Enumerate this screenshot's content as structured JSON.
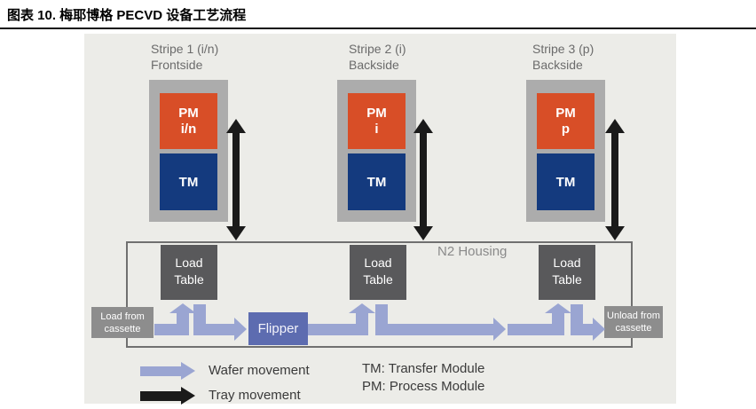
{
  "figure": {
    "title": "图表 10. 梅耶博格 PECVD 设备工艺流程"
  },
  "diagram": {
    "stripes": [
      {
        "title": "Stripe 1 (i/n)",
        "side": "Frontside",
        "pm": "PM",
        "pm_sub": "i/n",
        "tm": "TM"
      },
      {
        "title": "Stripe 2 (i)",
        "side": "Backside",
        "pm": "PM",
        "pm_sub": "i",
        "tm": "TM"
      },
      {
        "title": "Stripe 3 (p)",
        "side": "Backside",
        "pm": "PM",
        "pm_sub": "p",
        "tm": "TM"
      }
    ],
    "housing_label": "N2 Housing",
    "load_table": {
      "line1": "Load",
      "line2": "Table"
    },
    "load_cassette": {
      "line1": "Load from",
      "line2": "cassette"
    },
    "unload_cassette": {
      "line1": "Unload from",
      "line2": "cassette"
    },
    "flipper": "Flipper"
  },
  "legend": {
    "wafer": "Wafer movement",
    "tray": "Tray movement",
    "tm_definition": "TM: Transfer Module",
    "pm_definition": "PM: Process Module"
  },
  "colors": {
    "pm_orange": "#D84E27",
    "tm_blue": "#143A7E",
    "module_frame_gray": "#ACACAC",
    "load_table_gray": "#59595B",
    "cassette_gray": "#8D8D8D",
    "flipper_blue": "#5D6CB0",
    "wafer_arrow": "#9AA5D2",
    "tray_arrow": "#1A1A1A",
    "panel_bg": "#ECECE8",
    "housing_border": "#707070"
  }
}
